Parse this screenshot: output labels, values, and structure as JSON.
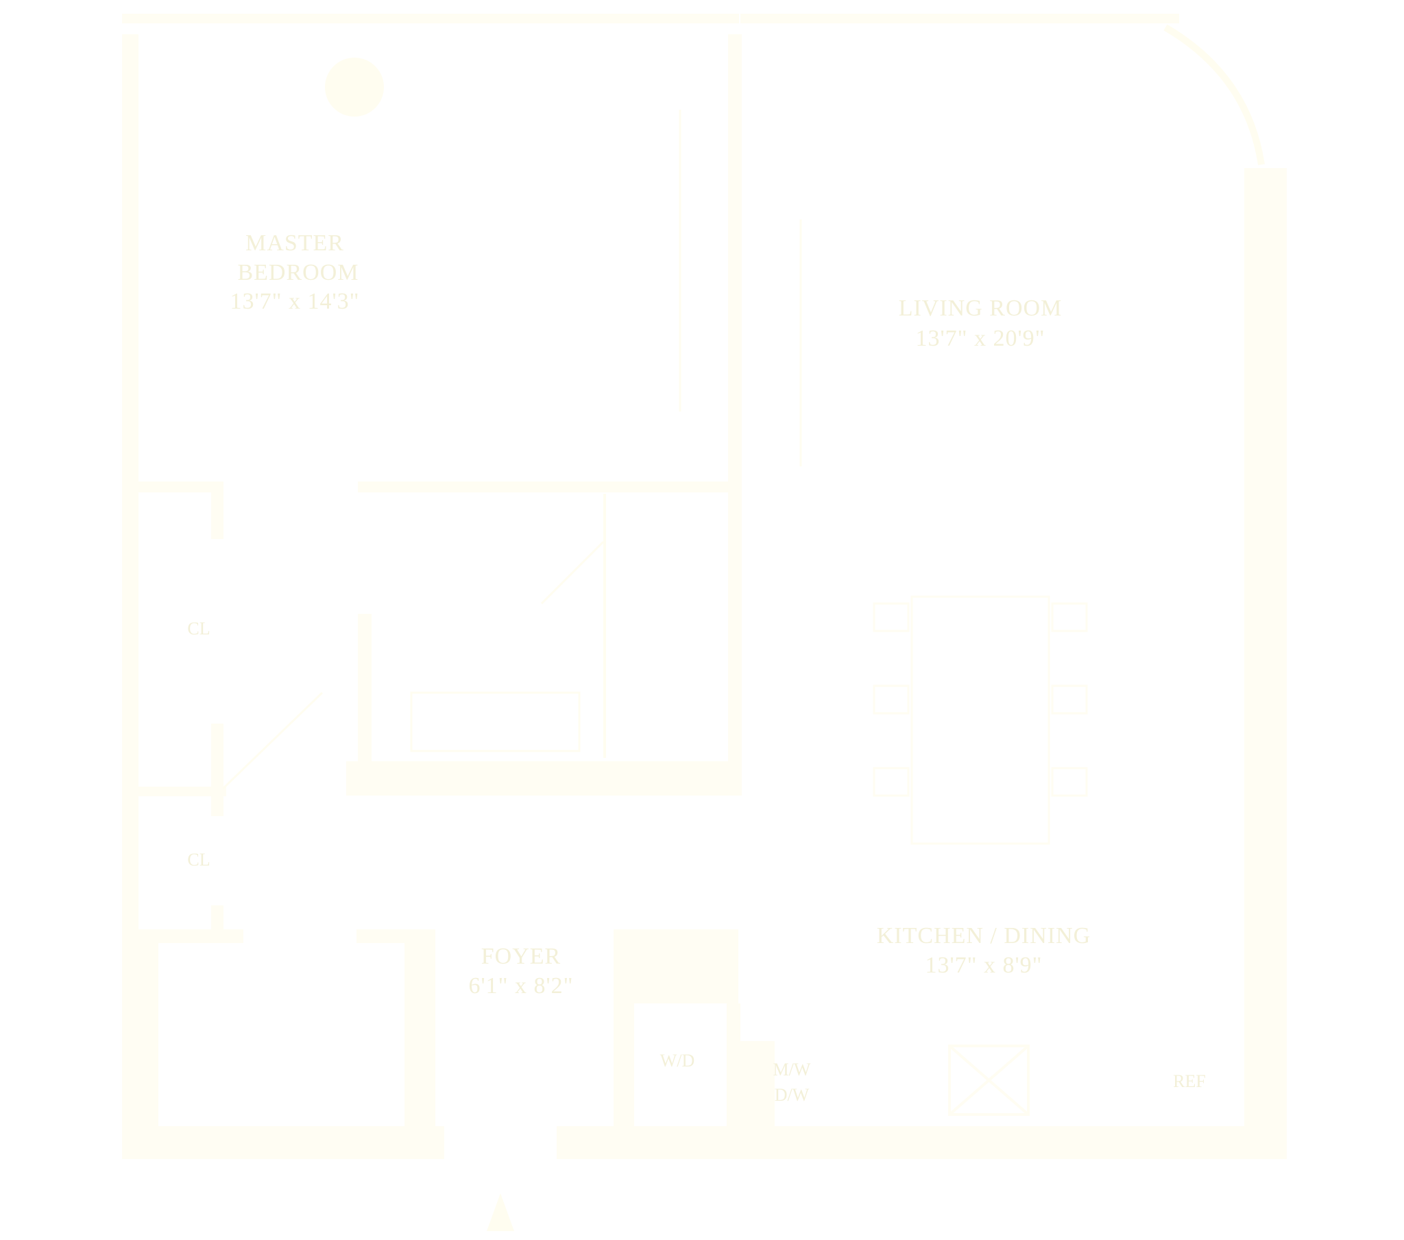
{
  "colors": {
    "wall": "#fffdf3",
    "text": "#f3f0d8",
    "background": "#ffffff"
  },
  "rooms": {
    "master_bedroom": {
      "line1": "MASTER",
      "line2": "BEDROOM",
      "dims": "13'7\" x 14'3\""
    },
    "living_room": {
      "line1": "LIVING ROOM",
      "dims": "13'7\" x 20'9\""
    },
    "foyer": {
      "line1": "FOYER",
      "dims": "6'1\" x 8'2\""
    },
    "kitchen_dining": {
      "line1": "KITCHEN / DINING",
      "dims": "13'7\" x 8'9\""
    }
  },
  "labels": {
    "closet_1": "CL",
    "closet_2": "CL",
    "wd": "W/D",
    "microwave_line1": "M/W",
    "microwave_line2": "D/W",
    "ref": "REF"
  },
  "icons": {
    "entry": "entry-arrow-icon",
    "column": "column-icon"
  }
}
